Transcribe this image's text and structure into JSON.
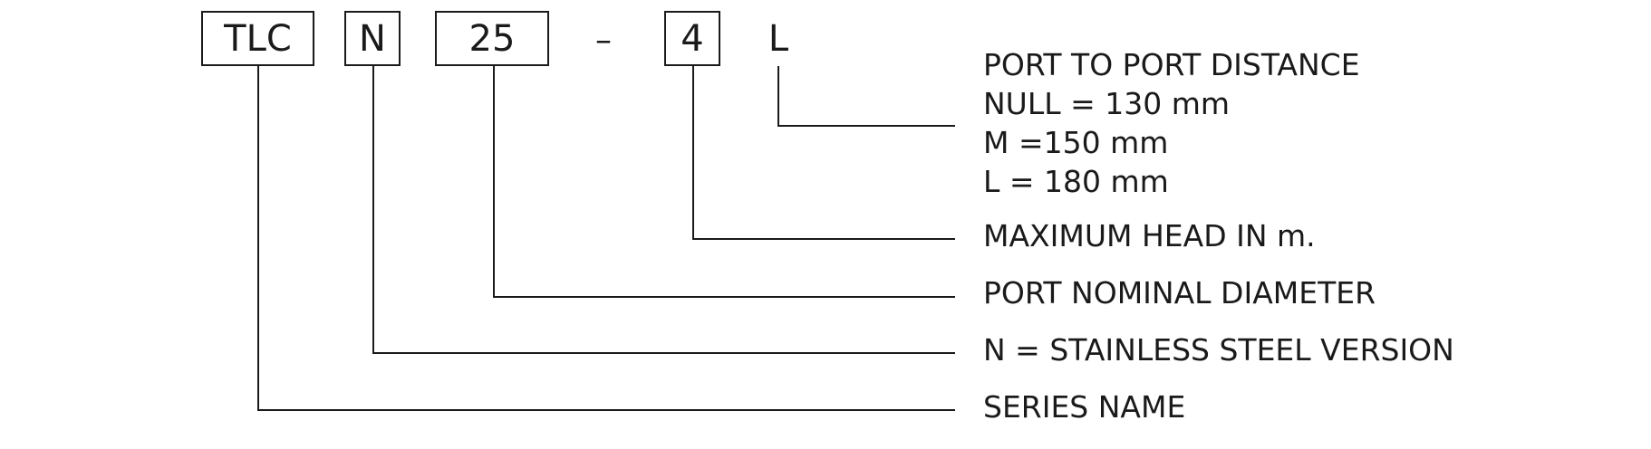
{
  "code_parts": {
    "series": "TLC",
    "version": "N",
    "diameter": "25",
    "separator": "–",
    "head": "4",
    "distance": "L"
  },
  "labels": {
    "distance_title": "PORT TO PORT DISTANCE",
    "distance_options": [
      "NULL = 130 mm",
      "M =150 mm",
      "L = 180 mm"
    ],
    "head": "MAXIMUM HEAD IN m.",
    "diameter": "PORT NOMINAL DIAMETER",
    "version": "N = STAINLESS STEEL VERSION",
    "series": "SERIES NAME"
  }
}
